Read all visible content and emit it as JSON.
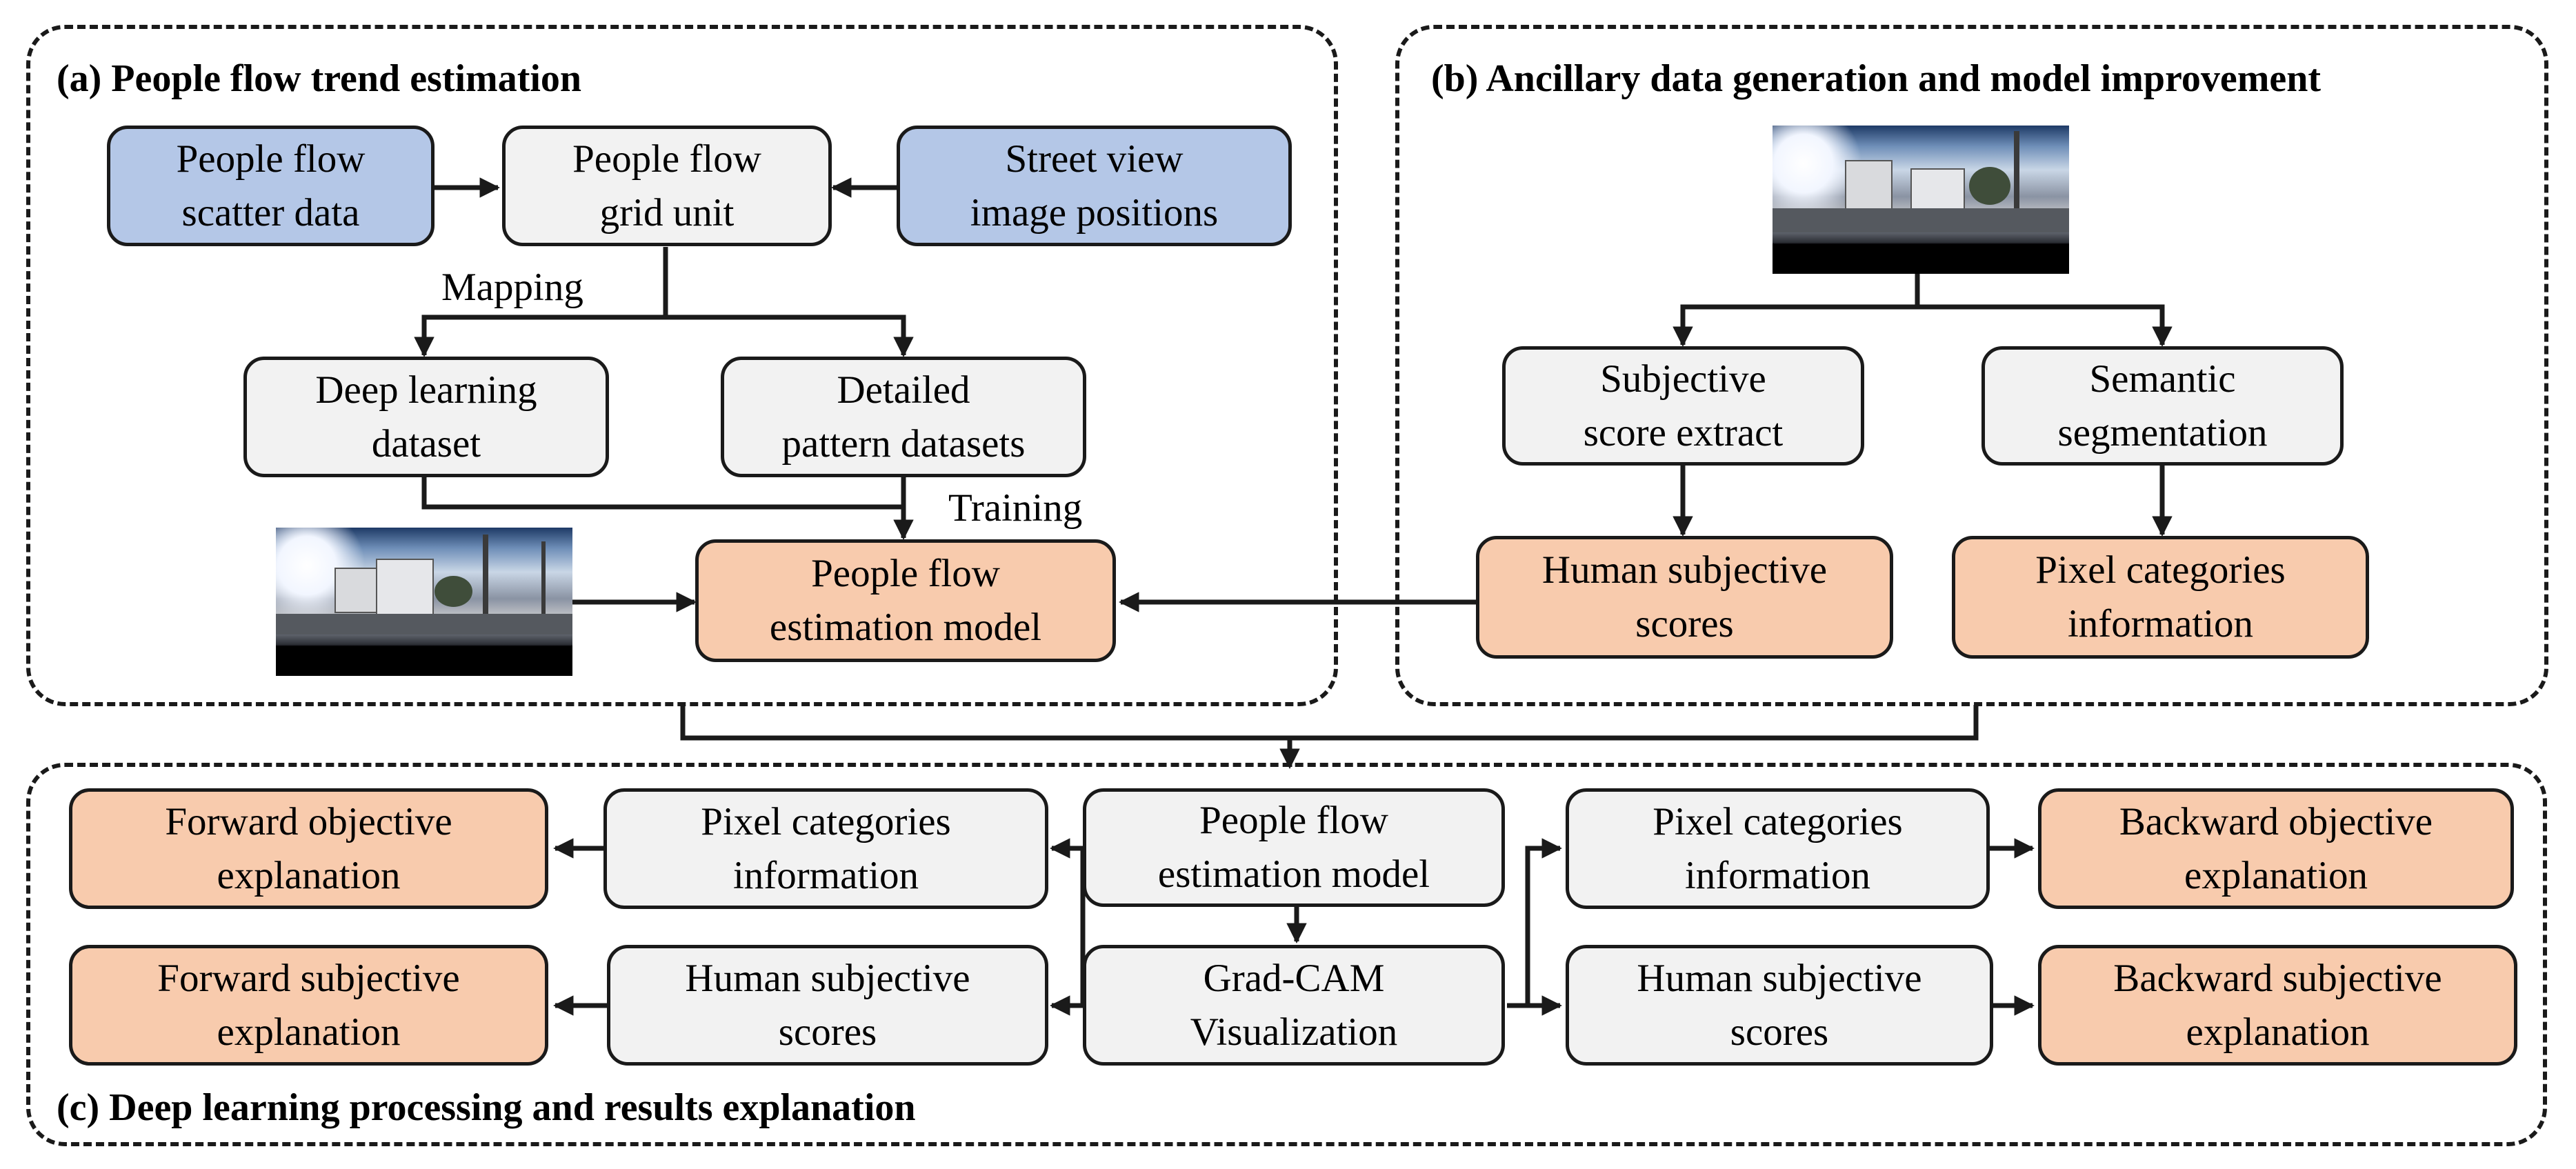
{
  "panels": {
    "a": {
      "title": "(a) People flow trend estimation"
    },
    "b": {
      "title": "(b) Ancillary data generation and model improvement"
    },
    "c": {
      "title": "(c) Deep learning processing and results explanation"
    }
  },
  "boxes": {
    "a_scatter": "People flow\nscatter data",
    "a_grid": "People flow\ngrid unit",
    "a_street": "Street view\nimage positions",
    "a_dl_dataset": "Deep learning\ndataset",
    "a_pattern": "Detailed\npattern datasets",
    "a_model": "People flow\nestimation model",
    "b_subj_extract": "Subjective\nscore extract",
    "b_semantic": "Semantic\nsegmentation",
    "b_human_scores": "Human subjective\nscores",
    "b_pixel_info": "Pixel categories\ninformation",
    "c_fwd_obj": "Forward objective\nexplanation",
    "c_pix_left": "Pixel categories\ninformation",
    "c_model": "People flow\nestimation model",
    "c_pix_right": "Pixel categories\ninformation",
    "c_bwd_obj": "Backward objective\nexplanation",
    "c_fwd_subj": "Forward subjective\nexplanation",
    "c_hum_left": "Human subjective\nscores",
    "c_gradcam": "Grad-CAM\nVisualization",
    "c_hum_right": "Human subjective\nscores",
    "c_bwd_subj": "Backward subjective\nexplanation"
  },
  "labels": {
    "mapping": "Mapping",
    "training": "Training"
  },
  "colors": {
    "input_blue": "#b4c7e7",
    "process_gray": "#f2f2f2",
    "output_peach": "#f8cbad",
    "line": "#1a1a1a"
  },
  "images": {
    "street_view_panorama_a": "street-view-panorama",
    "street_view_panorama_b": "street-view-panorama"
  }
}
